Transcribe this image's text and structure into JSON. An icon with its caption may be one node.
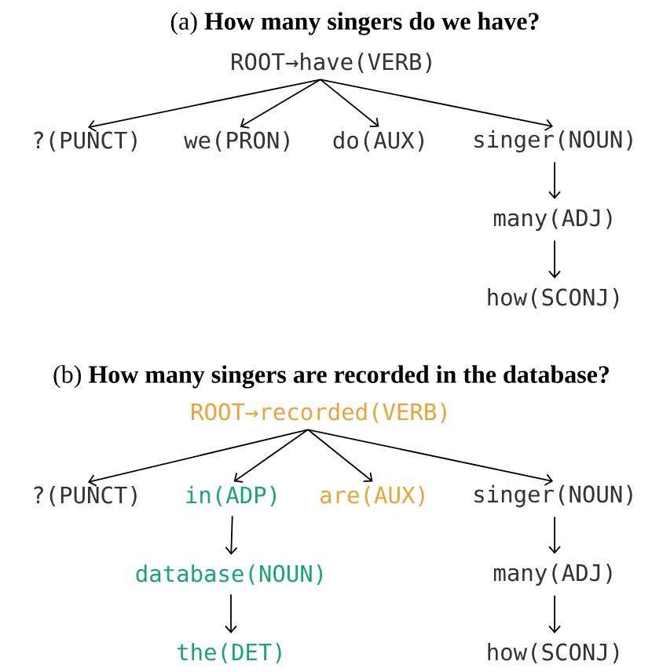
{
  "diagram": {
    "nodes": [
      {
        "text": [
          "ROOT→have(VERB)"
        ]
      },
      {
        "text": [
          "?(PUNCT)"
        ]
      },
      {
        "text": [
          "we(PRON)"
        ]
      },
      {
        "text": [
          "do(AUX)"
        ]
      },
      {
        "text": [
          "singer(NOUN)"
        ]
      },
      {
        "text": [
          "many(ADJ)"
        ]
      },
      {
        "text": [
          "how(SCONJ)"
        ]
      },
      {
        "text": [
          "ROOT→recorded(VERB)"
        ]
      },
      {
        "text": [
          "?(PUNCT)"
        ]
      },
      {
        "text": [
          "in(ADP)"
        ]
      },
      {
        "text": [
          "are(AUX)"
        ]
      },
      {
        "text": [
          "singer(NOUN)"
        ]
      },
      {
        "text": [
          "database(NOUN)"
        ]
      },
      {
        "text": [
          "many(ADJ)"
        ]
      },
      {
        "text": [
          "the(DET)"
        ]
      },
      {
        "text": [
          "how(SCONJ)"
        ]
      }
    ],
    "edges": [
      {
        "from": 0,
        "to": 1,
        "arrow": "to"
      },
      {
        "from": 0,
        "to": 2,
        "arrow": "to"
      },
      {
        "from": 0,
        "to": 3,
        "arrow": "to"
      },
      {
        "from": 0,
        "to": 4,
        "arrow": "to"
      },
      {
        "from": 4,
        "to": 5,
        "arrow": "to"
      },
      {
        "from": 5,
        "to": 6,
        "arrow": "to"
      },
      {
        "from": 7,
        "to": 8,
        "arrow": "to"
      },
      {
        "from": 7,
        "to": 9,
        "arrow": "to"
      },
      {
        "from": 7,
        "to": 10,
        "arrow": "to"
      },
      {
        "from": 7,
        "to": 11,
        "arrow": "to"
      },
      {
        "from": 9,
        "to": 12,
        "arrow": "to"
      },
      {
        "from": 12,
        "to": 14,
        "arrow": "to"
      },
      {
        "from": 11,
        "to": 13,
        "arrow": "to"
      },
      {
        "from": 13,
        "to": 15,
        "arrow": "to"
      }
    ],
    "labels": [
      "(a) **How many singers do we have?**",
      "(b) **How many singers are recorded in the database?**"
    ]
  }
}
